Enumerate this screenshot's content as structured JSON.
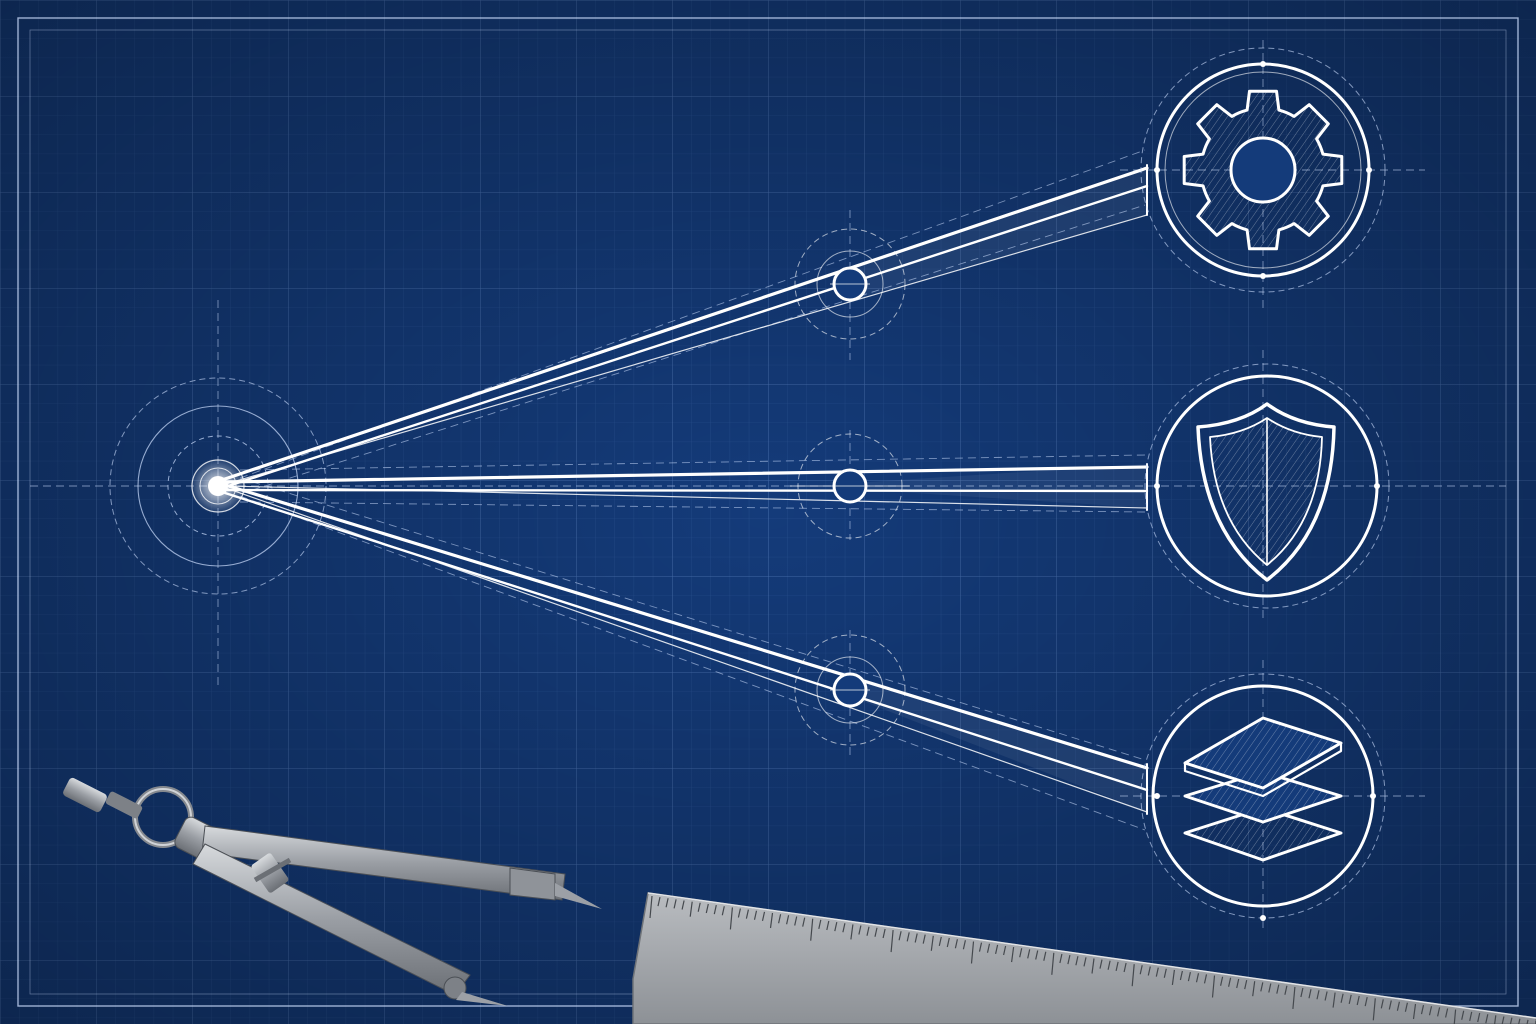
{
  "colors": {
    "paper": "#143b7a",
    "paper_dark": "#0d2c60",
    "grid_minor": "#3d65a6",
    "grid_major": "#5b82bf",
    "ink": "#ffffff",
    "ink_soft": "#cfe0ff",
    "steel_light": "#c9ccd0",
    "steel_mid": "#9a9ea4",
    "steel_dark": "#55595f"
  },
  "diagram": {
    "hub": {
      "kind": "source-point"
    },
    "branches": [
      {
        "id": "top",
        "target_icon": "gear-icon"
      },
      {
        "id": "middle",
        "target_icon": "shield-icon"
      },
      {
        "id": "bottom",
        "target_icon": "layers-icon"
      }
    ]
  },
  "tools": [
    {
      "name": "drafting-compass-icon"
    },
    {
      "name": "steel-ruler-icon"
    }
  ]
}
